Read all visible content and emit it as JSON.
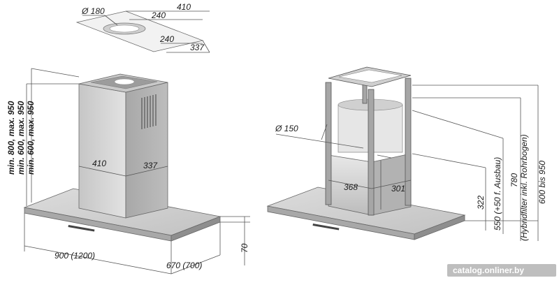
{
  "duct": {
    "diameter": "Ø 180",
    "dim_a": "240",
    "dim_b": "410",
    "dim_c": "240",
    "dim_d": "337"
  },
  "left_hood": {
    "column_width": "410",
    "column_depth": "337",
    "height_1": "min. 800, max. 950",
    "height_2": "min. 600, max. 950",
    "height_3": "min. 600, max. 950",
    "canopy_width": "900 (1200)",
    "canopy_depth": "670 (700)",
    "canopy_height": "70"
  },
  "right_hood": {
    "diameter": "Ø 150",
    "frame_width": "368",
    "frame_depth": "301",
    "h_322": "322",
    "h_550": "550 (+50 f. Ausbau)",
    "h_780": "780",
    "h_hybrid": "(Hybridfilter inkl. Rohrbogen)",
    "h_600": "600 bis 950"
  },
  "watermark": "catalog.onliner.by",
  "colors": {
    "steel_light": "#d4d4d4",
    "steel_mid": "#b8b8b8",
    "steel_dark": "#9a9a9a",
    "line": "#555555"
  }
}
